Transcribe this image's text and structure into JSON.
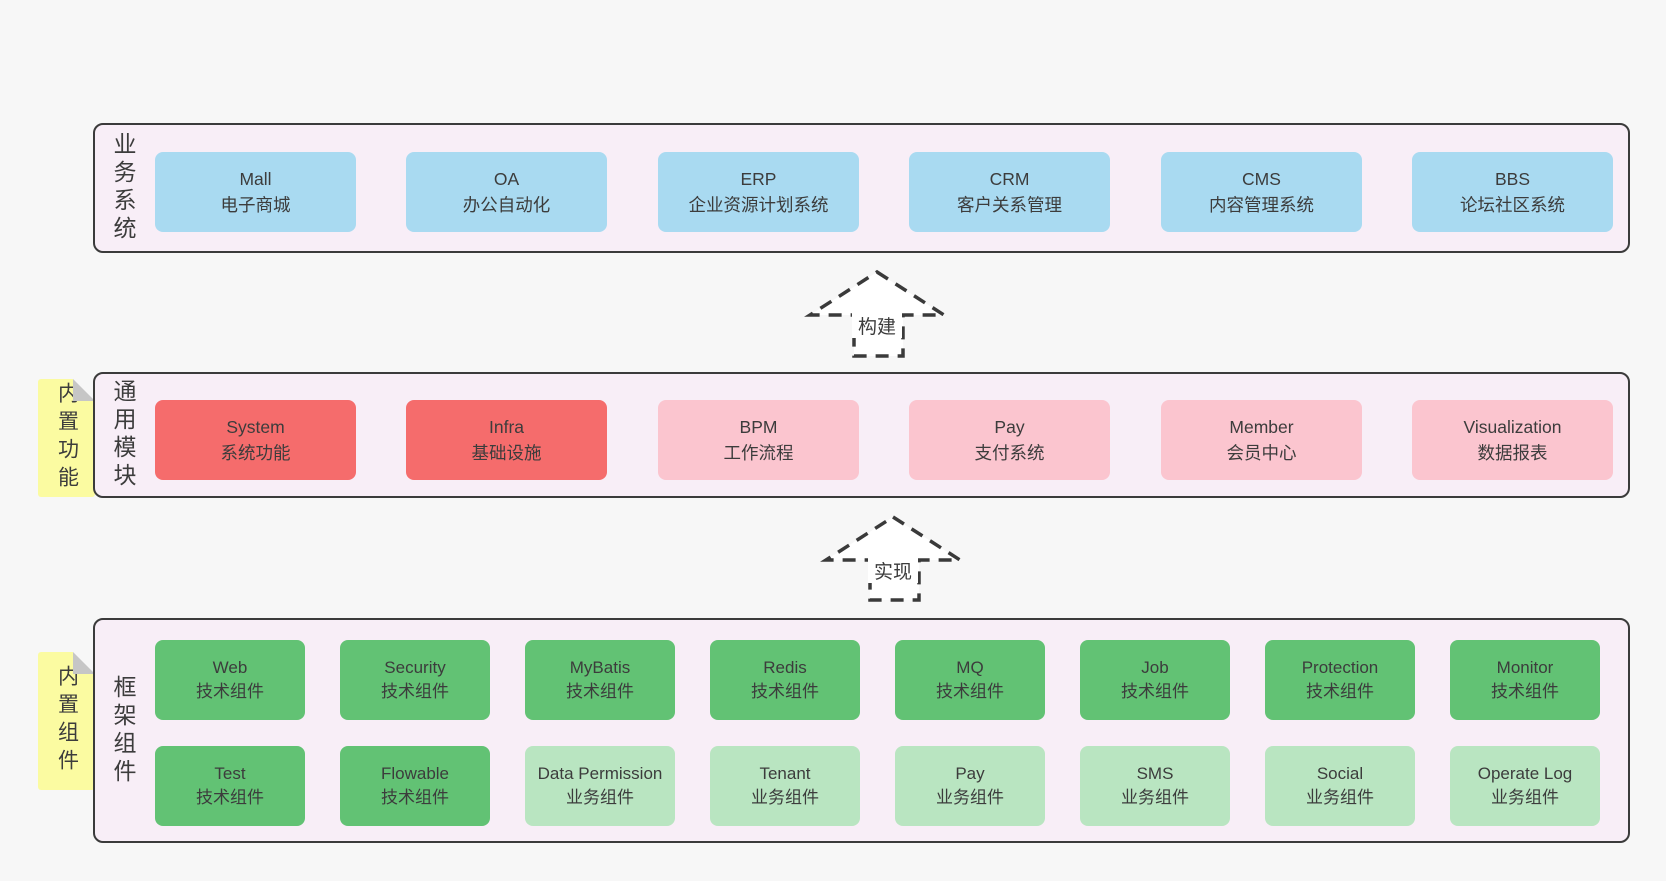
{
  "colors": {
    "page_bg": "#f7f7f7",
    "band_bg": "#f8eef7",
    "band_border": "#3b3b3b",
    "blue_box": "#a9daf1",
    "red_box": "#f56c6c",
    "pink_box": "#fbc5cf",
    "green_dark_box": "#62c274",
    "green_light_box": "#b9e5c1",
    "sticky_yellow": "#fbfba1",
    "fold_gray": "#c6c6c6",
    "text": "#3c3c3c",
    "arrow_stroke": "#3a3a3a"
  },
  "bands": {
    "business": {
      "label": "业务系统",
      "boxes": [
        {
          "title": "Mall",
          "subtitle": "电子商城"
        },
        {
          "title": "OA",
          "subtitle": "办公自动化"
        },
        {
          "title": "ERP",
          "subtitle": "企业资源计划系统"
        },
        {
          "title": "CRM",
          "subtitle": "客户关系管理"
        },
        {
          "title": "CMS",
          "subtitle": "内容管理系统"
        },
        {
          "title": "BBS",
          "subtitle": "论坛社区系统"
        }
      ]
    },
    "common": {
      "label": "通用模块",
      "tab": "内置功能",
      "boxes": [
        {
          "title": "System",
          "subtitle": "系统功能",
          "variant": "red"
        },
        {
          "title": "Infra",
          "subtitle": "基础设施",
          "variant": "red"
        },
        {
          "title": "BPM",
          "subtitle": "工作流程",
          "variant": "pink"
        },
        {
          "title": "Pay",
          "subtitle": "支付系统",
          "variant": "pink"
        },
        {
          "title": "Member",
          "subtitle": "会员中心",
          "variant": "pink"
        },
        {
          "title": "Visualization",
          "subtitle": "数据报表",
          "variant": "pink"
        }
      ]
    },
    "framework": {
      "label": "框架组件",
      "tab": "内置组件",
      "row1": [
        {
          "title": "Web",
          "subtitle": "技术组件",
          "variant": "green-dark"
        },
        {
          "title": "Security",
          "subtitle": "技术组件",
          "variant": "green-dark"
        },
        {
          "title": "MyBatis",
          "subtitle": "技术组件",
          "variant": "green-dark"
        },
        {
          "title": "Redis",
          "subtitle": "技术组件",
          "variant": "green-dark"
        },
        {
          "title": "MQ",
          "subtitle": "技术组件",
          "variant": "green-dark"
        },
        {
          "title": "Job",
          "subtitle": "技术组件",
          "variant": "green-dark"
        },
        {
          "title": "Protection",
          "subtitle": "技术组件",
          "variant": "green-dark"
        },
        {
          "title": "Monitor",
          "subtitle": "技术组件",
          "variant": "green-dark"
        }
      ],
      "row2": [
        {
          "title": "Test",
          "subtitle": "技术组件",
          "variant": "green-dark"
        },
        {
          "title": "Flowable",
          "subtitle": "技术组件",
          "variant": "green-dark"
        },
        {
          "title": "Data Permission",
          "subtitle": "业务组件",
          "variant": "green-light"
        },
        {
          "title": "Tenant",
          "subtitle": "业务组件",
          "variant": "green-light"
        },
        {
          "title": "Pay",
          "subtitle": "业务组件",
          "variant": "green-light"
        },
        {
          "title": "SMS",
          "subtitle": "业务组件",
          "variant": "green-light"
        },
        {
          "title": "Social",
          "subtitle": "业务组件",
          "variant": "green-light"
        },
        {
          "title": "Operate Log",
          "subtitle": "业务组件",
          "variant": "green-light"
        }
      ]
    }
  },
  "arrows": [
    {
      "label": "构建"
    },
    {
      "label": "实现"
    }
  ]
}
